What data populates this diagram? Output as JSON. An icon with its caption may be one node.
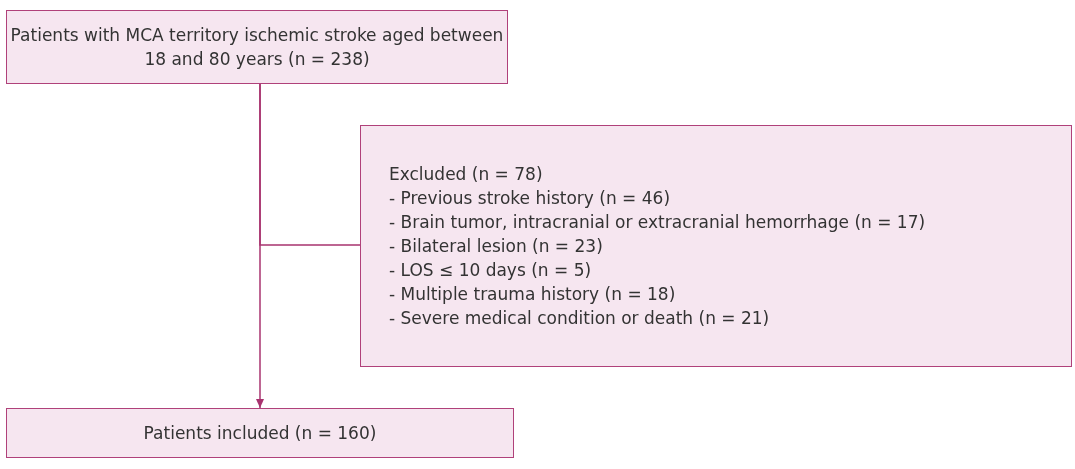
{
  "diagram": {
    "nodes": [
      {
        "text": [
          "Patients with MCA territory ischemic stroke aged between 18 and 80 years (n = 238)"
        ]
      },
      {
        "text": [
          "Excluded (n = 78)",
          "- Previous stroke history (n = 46)",
          "- Brain tumor, intracranial or extracranial hemorrhage (n = 17)",
          "- Bilateral lesion (n = 23)",
          "- LOS ≤ 10 days (n = 5)",
          "- Multiple trauma history (n = 18)",
          "- Severe medical condition or death (n = 21)"
        ]
      },
      {
        "text": [
          "Patients included (n = 160)"
        ]
      }
    ],
    "edges": [
      {
        "from": 0,
        "to": 2,
        "arrow": "to"
      },
      {
        "from": 0,
        "to": 1,
        "arrow": "none"
      }
    ]
  }
}
